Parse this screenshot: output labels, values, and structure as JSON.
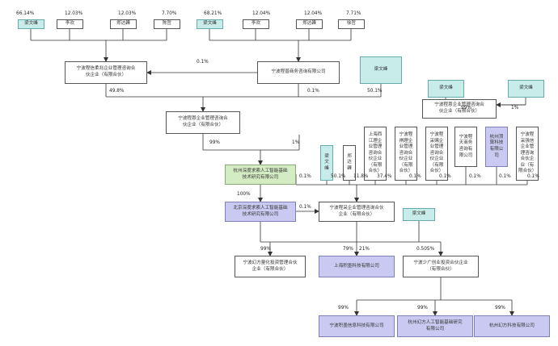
{
  "nodes": [
    {
      "id": "p1",
      "label": "梁文峰",
      "style": "person"
    },
    {
      "id": "p2",
      "label": "李欢",
      "style": "plain"
    },
    {
      "id": "p3",
      "label": "郑达韡",
      "style": "plain"
    },
    {
      "id": "p4",
      "label": "陈哲",
      "style": "plain"
    },
    {
      "id": "p5",
      "label": "梁文峰",
      "style": "person"
    },
    {
      "id": "p6",
      "label": "李欢",
      "style": "plain"
    },
    {
      "id": "p7",
      "label": "郑达韡",
      "style": "plain"
    },
    {
      "id": "p8",
      "label": "徐哲",
      "style": "plain"
    },
    {
      "id": "n1",
      "label": "宁波程信柔兆企业管理咨询合\n伙企业（有限合伙）",
      "style": "plain"
    },
    {
      "id": "n2",
      "label": "宁波程普商务咨询有限公司",
      "style": "plain"
    },
    {
      "id": "p9",
      "label": "梁文峰",
      "style": "person"
    },
    {
      "id": "n3",
      "label": "宁波程恩企业管理咨询合\n伙企业（有限合伙）",
      "style": "plain"
    },
    {
      "id": "p10",
      "label": "梁文峰",
      "style": "person"
    },
    {
      "id": "p11",
      "label": "梁文峰",
      "style": "person"
    },
    {
      "id": "n4",
      "label": "宁波程恩企业管理咨询合\n伙企业（有限合伙）",
      "style": "plain"
    },
    {
      "id": "p12",
      "label": "梁\n文\n峰",
      "style": "person"
    },
    {
      "id": "p13",
      "label": "郑\n达\n韡",
      "style": "plain"
    },
    {
      "id": "s1",
      "label": "上海西\n江理企\n业管理\n咨询合\n伙企业\n（有限\n合伙）",
      "style": "plain"
    },
    {
      "id": "s2",
      "label": "宁波程\n祺理企\n业管理\n咨询合\n伙企业\n（有限\n合伙）",
      "style": "plain"
    },
    {
      "id": "s3",
      "label": "宁波程\n采赐企\n业管理\n咨询合\n伙企业\n（有限\n合伙）",
      "style": "plain"
    },
    {
      "id": "s4",
      "label": "宁波程\n天商务\n咨询有\n限公司",
      "style": "plain"
    },
    {
      "id": "s5",
      "label": "杭州顶\n算科技\n有限公\n司",
      "style": "purple"
    },
    {
      "id": "s6",
      "label": "宁波程\n采强信\n企业管\n理咨询\n合伙企\n业（有\n限合伙）",
      "style": "plain"
    },
    {
      "id": "n5",
      "label": "杭州深度求索人工智能基础\n技术研究有限公司",
      "style": "green"
    },
    {
      "id": "n6",
      "label": "北京深度求索人工智能基础\n技术研究有限公司",
      "style": "purple"
    },
    {
      "id": "n7",
      "label": "宁波程采企业管理咨询合伙\n企业（有限合伙）",
      "style": "plain"
    },
    {
      "id": "p14",
      "label": "梁文峰",
      "style": "person"
    },
    {
      "id": "n8",
      "label": "宁波幻方量化投资管理合伙\n企业（有限合伙）",
      "style": "plain"
    },
    {
      "id": "n9",
      "label": "上海积墨科技有限公司",
      "style": "purple"
    },
    {
      "id": "n10",
      "label": "宁波少广创业投资合伙企业\n（有限合伙）",
      "style": "plain"
    },
    {
      "id": "n11",
      "label": "宁波积墨信息科技有限公司",
      "style": "purple"
    },
    {
      "id": "n12",
      "label": "杭州幻方人工智能基础研究\n有限公司",
      "style": "purple"
    },
    {
      "id": "n13",
      "label": "杭州幻方科技有限公司",
      "style": "purple"
    }
  ],
  "percentages": [
    {
      "id": "q1",
      "text": "66.14%"
    },
    {
      "id": "q2",
      "text": "12.03%"
    },
    {
      "id": "q3",
      "text": "12.03%"
    },
    {
      "id": "q4",
      "text": "7.70%"
    },
    {
      "id": "q5",
      "text": "68.21%"
    },
    {
      "id": "q6",
      "text": "12.04%"
    },
    {
      "id": "q7",
      "text": "12.04%"
    },
    {
      "id": "q8",
      "text": "7.71%"
    },
    {
      "id": "q9",
      "text": "0.1%"
    },
    {
      "id": "q10",
      "text": "49.8%"
    },
    {
      "id": "q11",
      "text": "0.1%"
    },
    {
      "id": "q12",
      "text": "50.1%"
    },
    {
      "id": "q13",
      "text": "99%"
    },
    {
      "id": "q14",
      "text": "1%"
    },
    {
      "id": "q15",
      "text": "99%"
    },
    {
      "id": "q16",
      "text": "1%"
    },
    {
      "id": "q17",
      "text": "0.1%"
    },
    {
      "id": "q18",
      "text": "50.1%"
    },
    {
      "id": "q19",
      "text": "11.8%"
    },
    {
      "id": "q20",
      "text": "37.4%"
    },
    {
      "id": "q21",
      "text": "0.1%"
    },
    {
      "id": "q22",
      "text": "0.1%"
    },
    {
      "id": "q23",
      "text": "0.1%"
    },
    {
      "id": "q24",
      "text": "0.1%"
    },
    {
      "id": "q25",
      "text": "0.1%"
    },
    {
      "id": "q26",
      "text": "100%"
    },
    {
      "id": "q27",
      "text": "0.1%"
    },
    {
      "id": "q28",
      "text": "99%"
    },
    {
      "id": "q29",
      "text": "79%"
    },
    {
      "id": "q30",
      "text": "21%"
    },
    {
      "id": "q31",
      "text": "0.505%"
    },
    {
      "id": "q32",
      "text": "99%"
    },
    {
      "id": "q33",
      "text": "99%"
    },
    {
      "id": "q34",
      "text": "99%"
    }
  ]
}
